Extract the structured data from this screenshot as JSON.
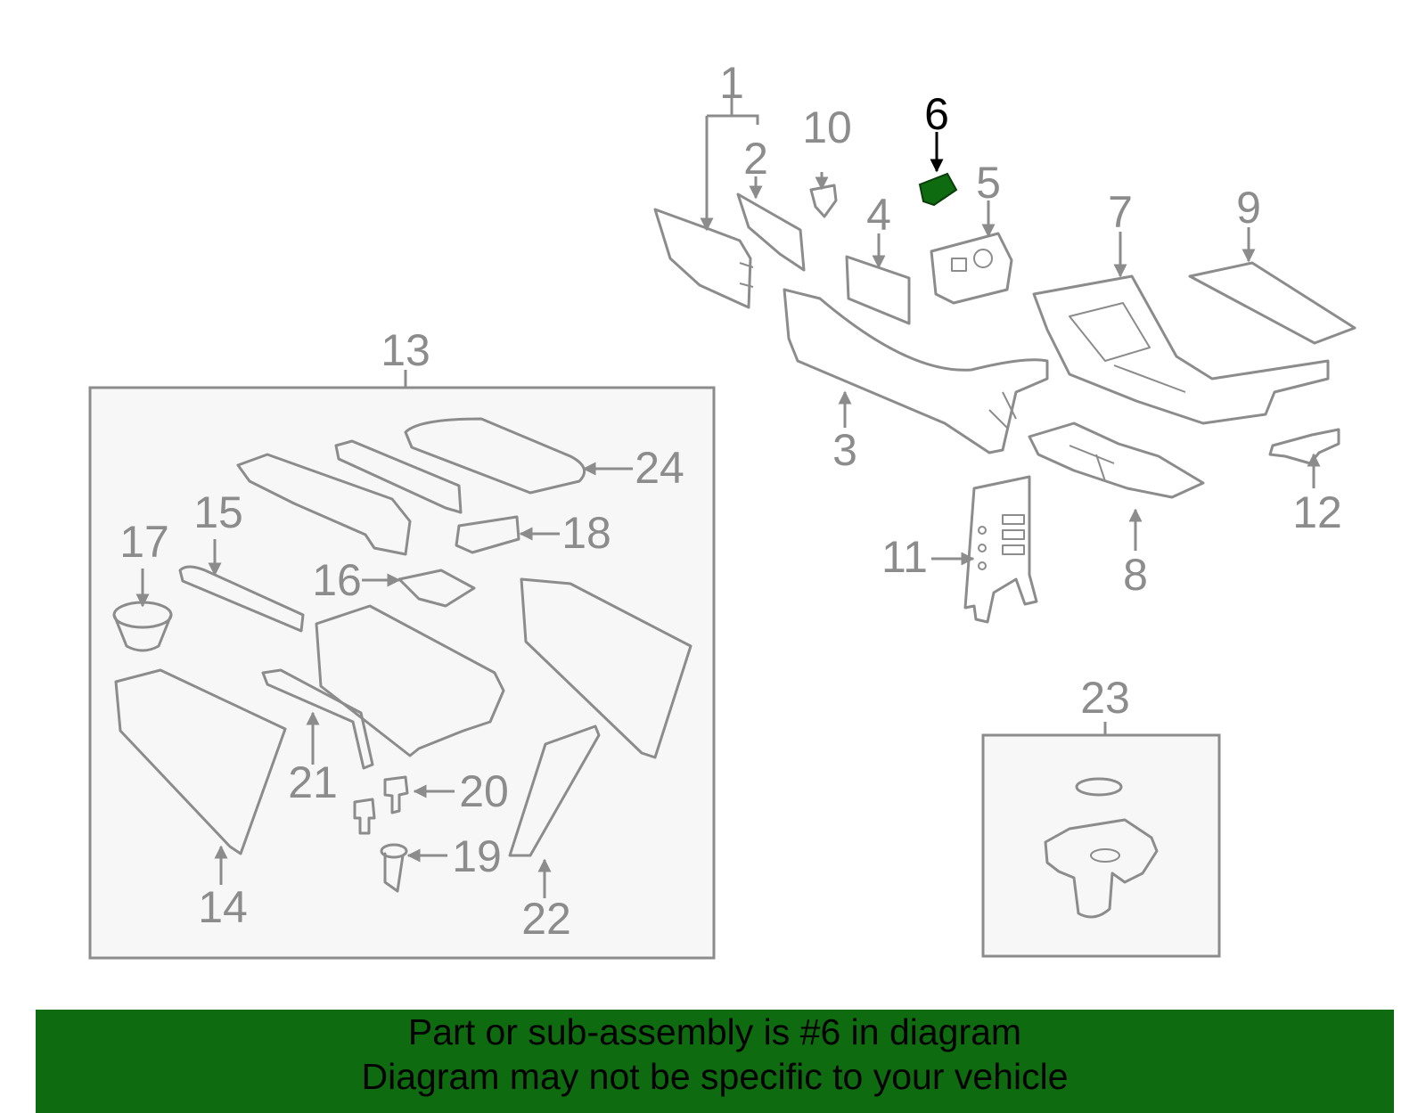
{
  "highlight_callout": "6",
  "colors": {
    "line": "#8c8c8c",
    "highlight_fill": "#0f6b0f",
    "highlight_text": "#000000",
    "banner_bg": "#0f6b0f"
  },
  "callouts": {
    "c1": "1",
    "c2": "2",
    "c3": "3",
    "c4": "4",
    "c5": "5",
    "c6": "6",
    "c7": "7",
    "c8": "8",
    "c9": "9",
    "c10": "10",
    "c11": "11",
    "c12": "12",
    "c13": "13",
    "c14": "14",
    "c15": "15",
    "c16": "16",
    "c17": "17",
    "c18": "18",
    "c19": "19",
    "c20": "20",
    "c21": "21",
    "c22": "22",
    "c23": "23",
    "c24": "24"
  },
  "banner": {
    "line1": "Part or sub-assembly is #6 in diagram",
    "line2": "Diagram may not be specific to your vehicle"
  }
}
